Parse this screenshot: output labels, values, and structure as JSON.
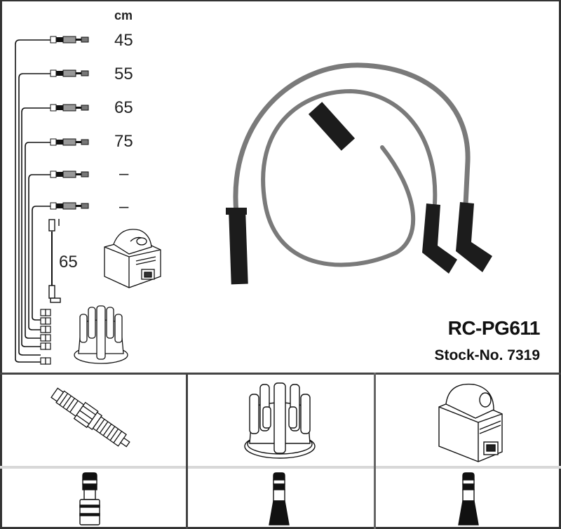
{
  "header": {
    "unit_label": "cm"
  },
  "cable_set": {
    "lengths": [
      "45",
      "55",
      "65",
      "75",
      "–",
      "–"
    ],
    "coil_lead_length": "65"
  },
  "product": {
    "code": "RC-PG611",
    "stock_number": "Stock-No. 7319"
  },
  "components": {
    "top_row": [
      "spark-plug",
      "distributor-cap",
      "ignition-coil"
    ],
    "bottom_row": [
      "spark-plug-connector",
      "distributor-connector",
      "coil-connector"
    ]
  },
  "colors": {
    "cable_grey": "#7a7a7a",
    "boot_black": "#1c1c1c",
    "border": "#333333",
    "separator_light": "#d8d8d8"
  }
}
